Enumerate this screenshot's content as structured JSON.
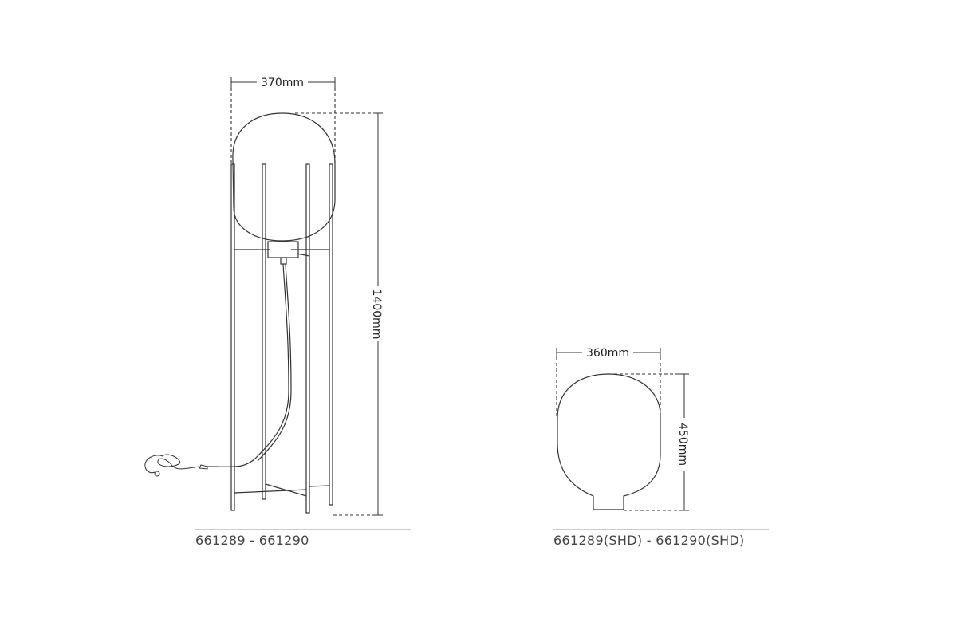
{
  "floor_lamp": {
    "width_dimension": "370mm",
    "height_dimension": "1400mm",
    "product_codes": "661289 - 661290"
  },
  "shade": {
    "width_dimension": "360mm",
    "height_dimension": "450mm",
    "product_codes": "661289(SHD) - 661290(SHD)"
  },
  "colors": {
    "line": "#333333",
    "baseline": "#999999",
    "text": "#444444"
  }
}
